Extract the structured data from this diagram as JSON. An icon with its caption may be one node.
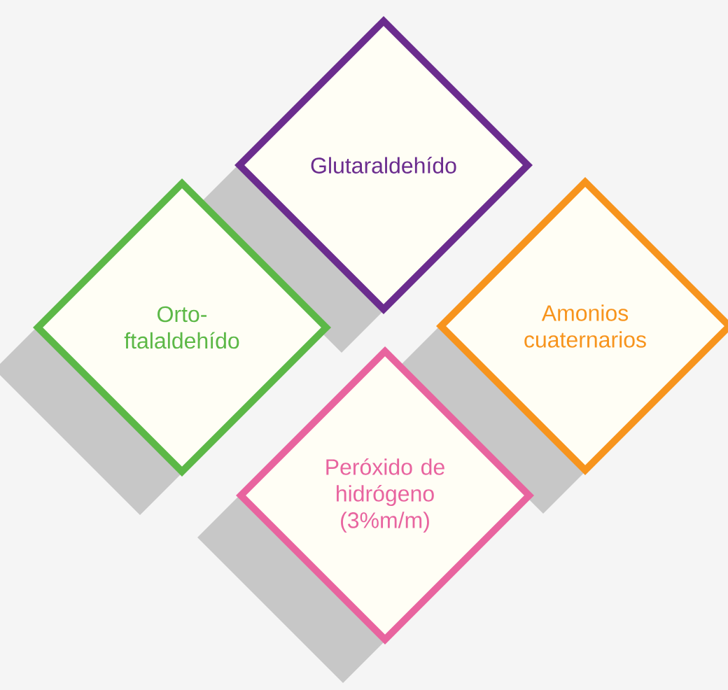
{
  "diagram": {
    "nodes": [
      {
        "text": [
          "Glutaraldehído"
        ]
      },
      {
        "text": [
          "Orto-ftalaldehído"
        ]
      },
      {
        "text": [
          "Amonios cuaternarios"
        ]
      },
      {
        "text": [
          "Peróxido de hidrógeno (3%m/m)"
        ]
      }
    ],
    "edges": []
  }
}
